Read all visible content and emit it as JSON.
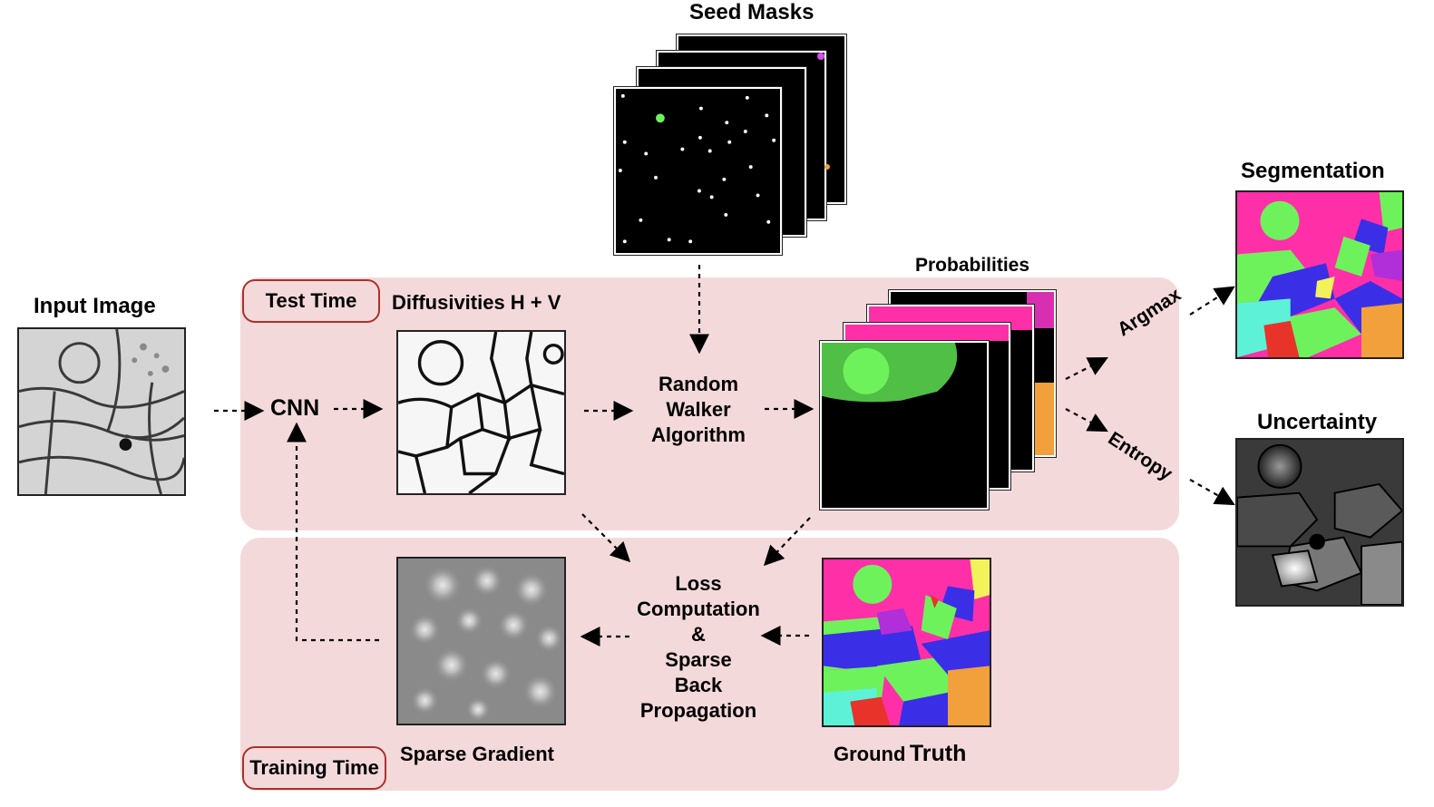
{
  "labels": {
    "seed_masks": "Seed Masks",
    "input_image": "Input Image",
    "test_time": "Test Time",
    "diffusivities": "Diffusivities H + V",
    "probabilities": "Probabilities",
    "segmentation": "Segmentation",
    "uncertainty": "Uncertainty",
    "cnn": "CNN",
    "random_walker": [
      "Random",
      "Walker",
      "Algorithm"
    ],
    "argmax": "Argmax",
    "entropy": "Entropy",
    "loss": [
      "Loss",
      "Computation",
      "&",
      "Sparse",
      "Back",
      "Propagation"
    ],
    "sparse_gradient": "Sparse Gradient",
    "ground_truth_a": "Ground",
    "ground_truth_b": "Truth",
    "training_time": "Training Time"
  },
  "colors": {
    "panel": "#f4d9db",
    "tag_border": "#a8322b",
    "seg_magenta": "#ff2fa8",
    "seg_green": "#6ef25b",
    "seg_blue": "#3a2fe6",
    "seg_cyan": "#5df2d8",
    "seg_yellow": "#f2f25a",
    "seg_orange": "#f2a03c",
    "seg_red": "#e8332b",
    "seg_purple": "#b02fd8"
  }
}
